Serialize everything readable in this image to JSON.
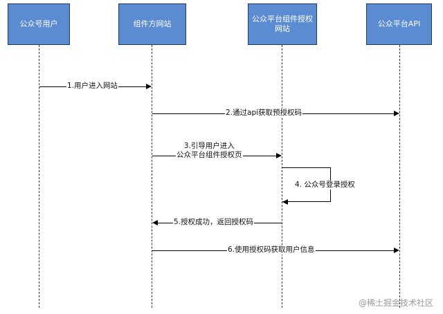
{
  "actors": [
    {
      "name": "公众号用户"
    },
    {
      "name": "组件方网站"
    },
    {
      "name": "公众平台组件授权网站",
      "lines": [
        "公众平台组件授权",
        "网站"
      ]
    },
    {
      "name": "公众平台API"
    }
  ],
  "messages": {
    "m1": "1.用户进入网站",
    "m2": "2.通过api获取预授权码",
    "m3_line1": "3.引导用户进入",
    "m3_line2": "公众平台组件授权页",
    "m4": "4. 公众号登录授权",
    "m5": "5.授权成功，返回授权码",
    "m6": "6.使用授权码获取用户信息"
  },
  "watermark": "@稀土掘金技术社区",
  "colors": {
    "actor_fill": "#5b8bd0",
    "actor_border": "#1f3a66",
    "actor_text": "#ffffff"
  }
}
